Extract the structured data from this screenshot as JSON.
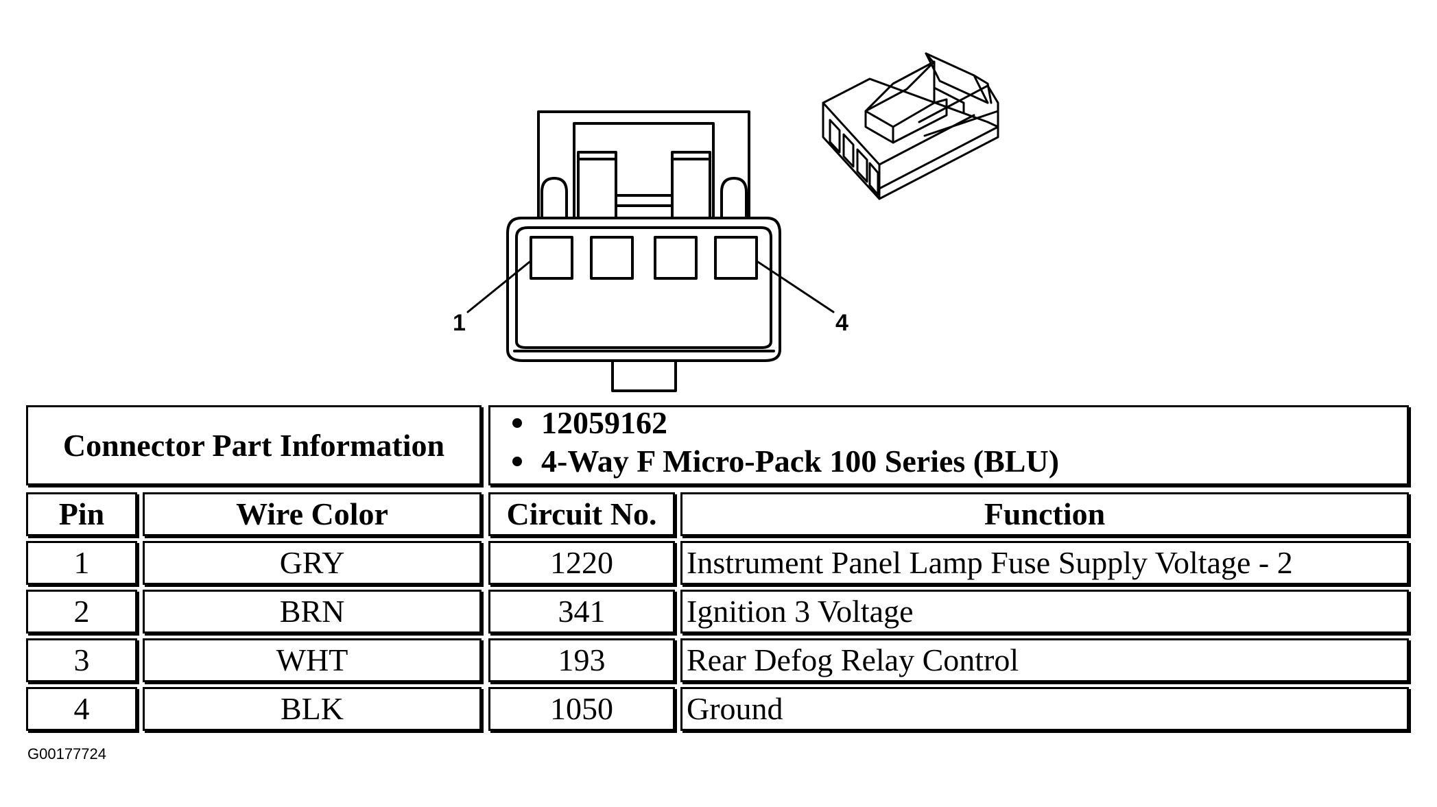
{
  "figure_id": "G00177724",
  "connector": {
    "pin_callouts": [
      "1",
      "4"
    ]
  },
  "part_info": {
    "label": "Connector Part Information",
    "items": [
      "12059162",
      "4-Way F Micro-Pack 100 Series (BLU)"
    ]
  },
  "columns": {
    "pin": "Pin",
    "wire_color": "Wire Color",
    "circuit": "Circuit No.",
    "function": "Function"
  },
  "rows": [
    {
      "pin": "1",
      "wire_color": "GRY",
      "circuit": "1220",
      "function": "Instrument Panel Lamp Fuse Supply Voltage - 2"
    },
    {
      "pin": "2",
      "wire_color": "BRN",
      "circuit": "341",
      "function": "Ignition 3 Voltage"
    },
    {
      "pin": "3",
      "wire_color": "WHT",
      "circuit": "193",
      "function": "Rear Defog Relay Control"
    },
    {
      "pin": "4",
      "wire_color": "BLK",
      "circuit": "1050",
      "function": "Ground"
    }
  ]
}
